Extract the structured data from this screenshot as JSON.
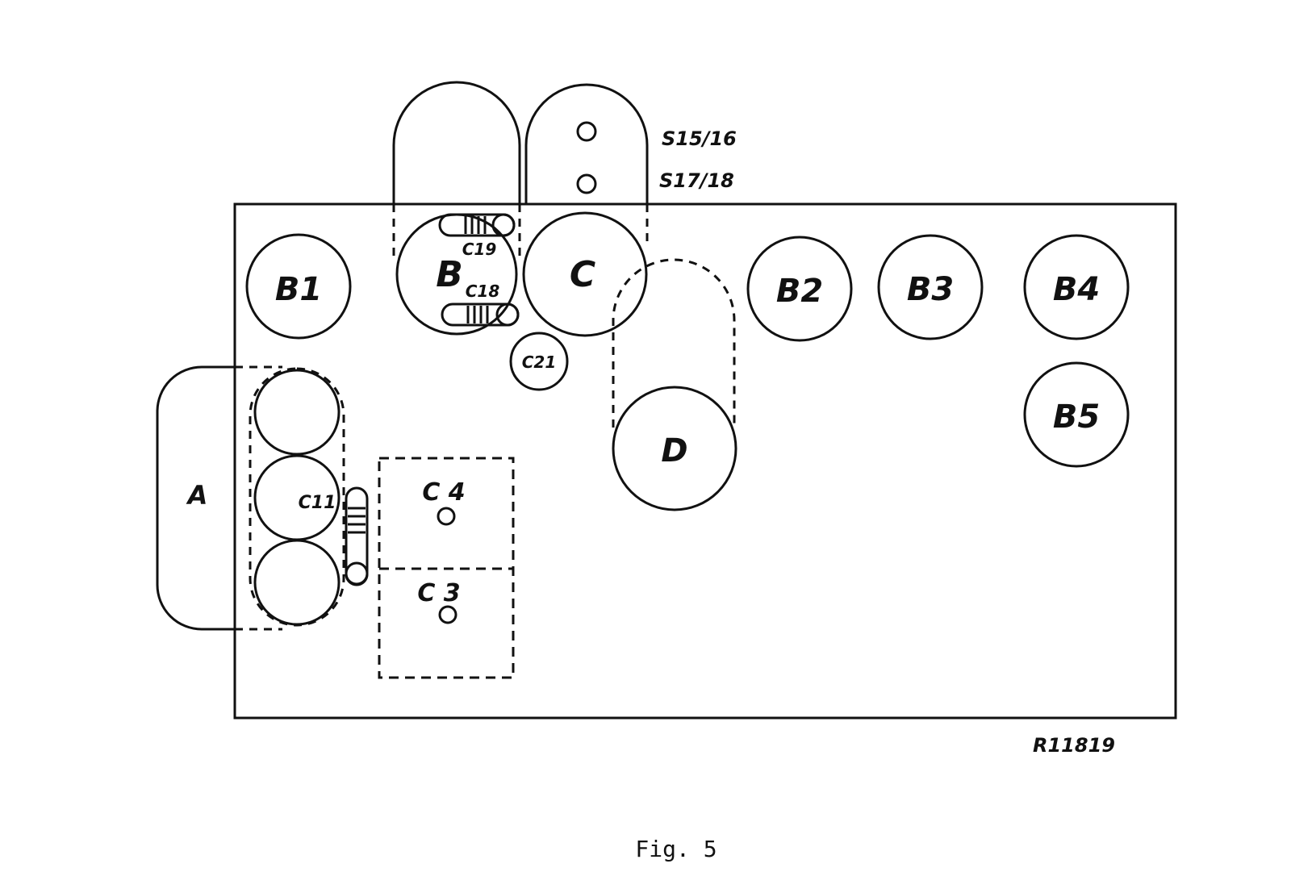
{
  "diagram": {
    "labels": {
      "b1": "B1",
      "b": "B",
      "c19": "C19",
      "c18": "C18",
      "c": "C",
      "b2": "B2",
      "b3": "B3",
      "b4": "B4",
      "b5": "B5",
      "c21": "C21",
      "d": "D",
      "a": "A",
      "c11": "C11",
      "c4": "C 4",
      "c3": "C 3",
      "s1516": "S15/16",
      "s1718": "S17/18",
      "ref": "R11819"
    },
    "caption": "Fig. 5",
    "colors": {
      "line": "#111111",
      "background": "#ffffff"
    }
  }
}
